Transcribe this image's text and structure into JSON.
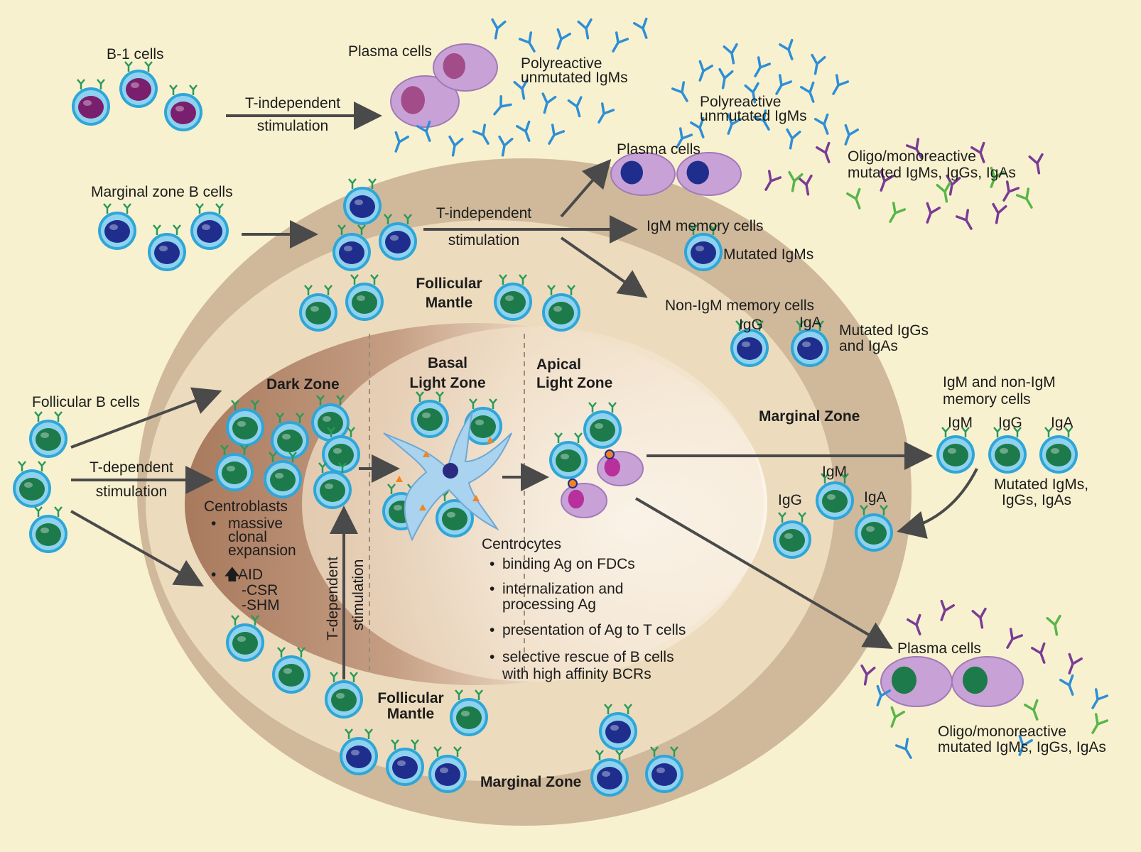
{
  "colors": {
    "background": "#f8f1cf",
    "marginal_zone": "#cfb99a",
    "follicular_mantle": "#ecdcbd",
    "dark_zone": "#b88f74",
    "light_zone": "#f7eddf",
    "arrow": "#4a4a4a",
    "mz_cell_nucleus": "#1f2e8c",
    "follicular_cell_nucleus": "#1d7a4a",
    "b1_cell_nucleus": "#7a1f6e",
    "cell_membrane": "#2fa6d8",
    "plasma_cell": "#c8a2d6",
    "igm_antibody": "#2e8fd6",
    "igg_antibody": "#7a3c95",
    "iga_antibody": "#58b64a"
  },
  "icons": [
    "b-cell-icon",
    "plasma-cell-icon",
    "antibody-icon",
    "follicular-dendritic-cell-icon"
  ],
  "top": {
    "b1_cells": "B-1 cells",
    "t_indep_1": "T-independent",
    "stim_1": "stimulation",
    "plasma_cells_1": "Plasma cells",
    "polyreactive_1a": "Polyreactive",
    "polyreactive_1b": "unmutated IgMs",
    "polyreactive_2a": "Polyreactive",
    "polyreactive_2b": "unmutated IgMs"
  },
  "mz": {
    "title": "Marginal zone B cells",
    "t_indep": "T-independent",
    "stim": "stimulation",
    "plasma_cells": "Plasma cells",
    "oligo_a": "Oligo/monoreactive",
    "oligo_b": "mutated IgMs, IgGs, IgAs",
    "igm_memory": "IgM memory cells",
    "mutated_igms": "Mutated IgMs",
    "non_igm_memory": "Non-IgM memory cells",
    "igg": "IgG",
    "iga": "IgA",
    "mutated_iggs_a": "Mutated IgGs",
    "mutated_iggs_b": "and IgAs"
  },
  "follicle": {
    "follicular_b": "Follicular B cells",
    "t_dep": "T-dependent",
    "stim": "stimulation",
    "mantle_top_a": "Follicular",
    "mantle_top_b": "Mantle",
    "mantle_bottom_a": "Follicular",
    "mantle_bottom_b": "Mantle",
    "dark_zone": "Dark Zone",
    "basal_a": "Basal",
    "basal_b": "Light Zone",
    "apical_a": "Apical",
    "apical_b": "Light Zone",
    "marginal_zone_right": "Marginal Zone",
    "marginal_zone_bottom": "Marginal Zone",
    "centroblasts": "Centroblasts",
    "cb_1a": "massive",
    "cb_1b": "clonal",
    "cb_1c": "expansion",
    "cb_2": "AID",
    "cb_3": "-CSR",
    "cb_4": "-SHM",
    "vert_t_dep": "T-dependent",
    "vert_stim": "stimulation",
    "centrocytes": "Centrocytes",
    "cc_1": "binding Ag on FDCs",
    "cc_2a": "internalization and",
    "cc_2b": "processing Ag",
    "cc_3": "presentation of Ag to T cells",
    "cc_4a": "selective rescue of B cells",
    "cc_4b": "with high affinity BCRs"
  },
  "right": {
    "memory_a": "IgM and non-IgM",
    "memory_b": "memory cells",
    "igm": "IgM",
    "igg": "IgG",
    "iga": "IgA",
    "mutated_a": "Mutated IgMs,",
    "mutated_b": "IgGs, IgAs",
    "igm2": "IgM",
    "igg2": "IgG",
    "iga2": "IgA",
    "plasma_cells": "Plasma cells",
    "oligo_a": "Oligo/monoreactive",
    "oligo_b": "mutated IgMs, IgGs, IgAs"
  }
}
